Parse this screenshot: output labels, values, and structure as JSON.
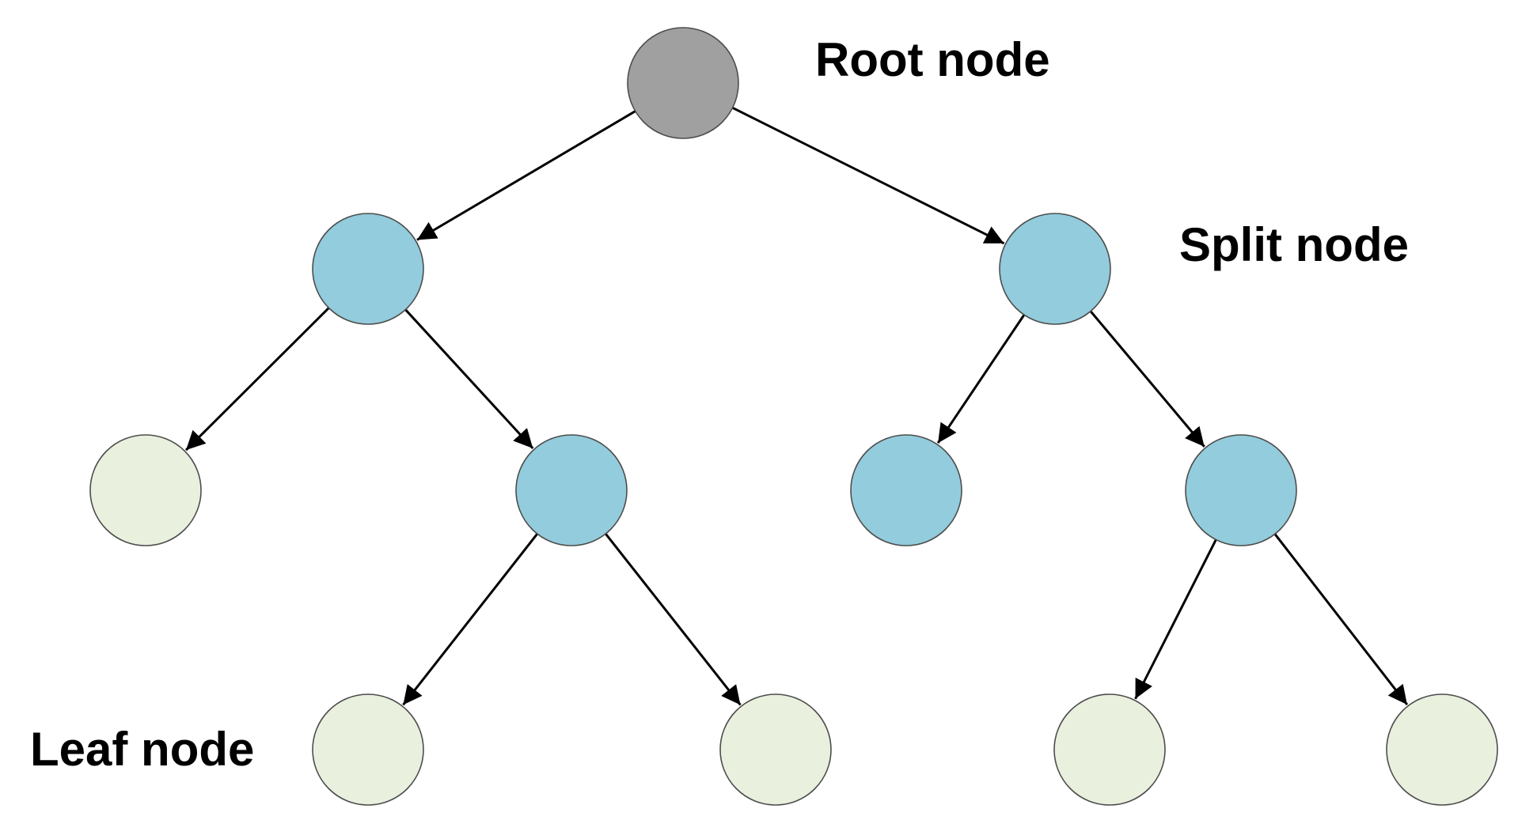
{
  "labels": {
    "root": "Root node",
    "split": "Split node",
    "leaf": "Leaf node"
  },
  "colors": {
    "root": "#a0a0a0",
    "split": "#93ccdc",
    "leaf": "#e9f0de",
    "edge": "#000000"
  },
  "nodes": [
    {
      "id": "root",
      "kind": "root"
    },
    {
      "id": "split-left",
      "kind": "split"
    },
    {
      "id": "split-right",
      "kind": "split"
    },
    {
      "id": "leaf-left",
      "kind": "leaf"
    },
    {
      "id": "split-left-right",
      "kind": "split"
    },
    {
      "id": "split-right-left",
      "kind": "split"
    },
    {
      "id": "split-right-right",
      "kind": "split"
    },
    {
      "id": "leaf-1",
      "kind": "leaf"
    },
    {
      "id": "leaf-2",
      "kind": "leaf"
    },
    {
      "id": "leaf-3",
      "kind": "leaf"
    },
    {
      "id": "leaf-4",
      "kind": "leaf"
    }
  ],
  "edges": [
    [
      "root",
      "split-left"
    ],
    [
      "root",
      "split-right"
    ],
    [
      "split-left",
      "leaf-left"
    ],
    [
      "split-left",
      "split-left-right"
    ],
    [
      "split-right",
      "split-right-left"
    ],
    [
      "split-right",
      "split-right-right"
    ],
    [
      "split-left-right",
      "leaf-1"
    ],
    [
      "split-left-right",
      "leaf-2"
    ],
    [
      "split-right-right",
      "leaf-3"
    ],
    [
      "split-right-right",
      "leaf-4"
    ]
  ]
}
